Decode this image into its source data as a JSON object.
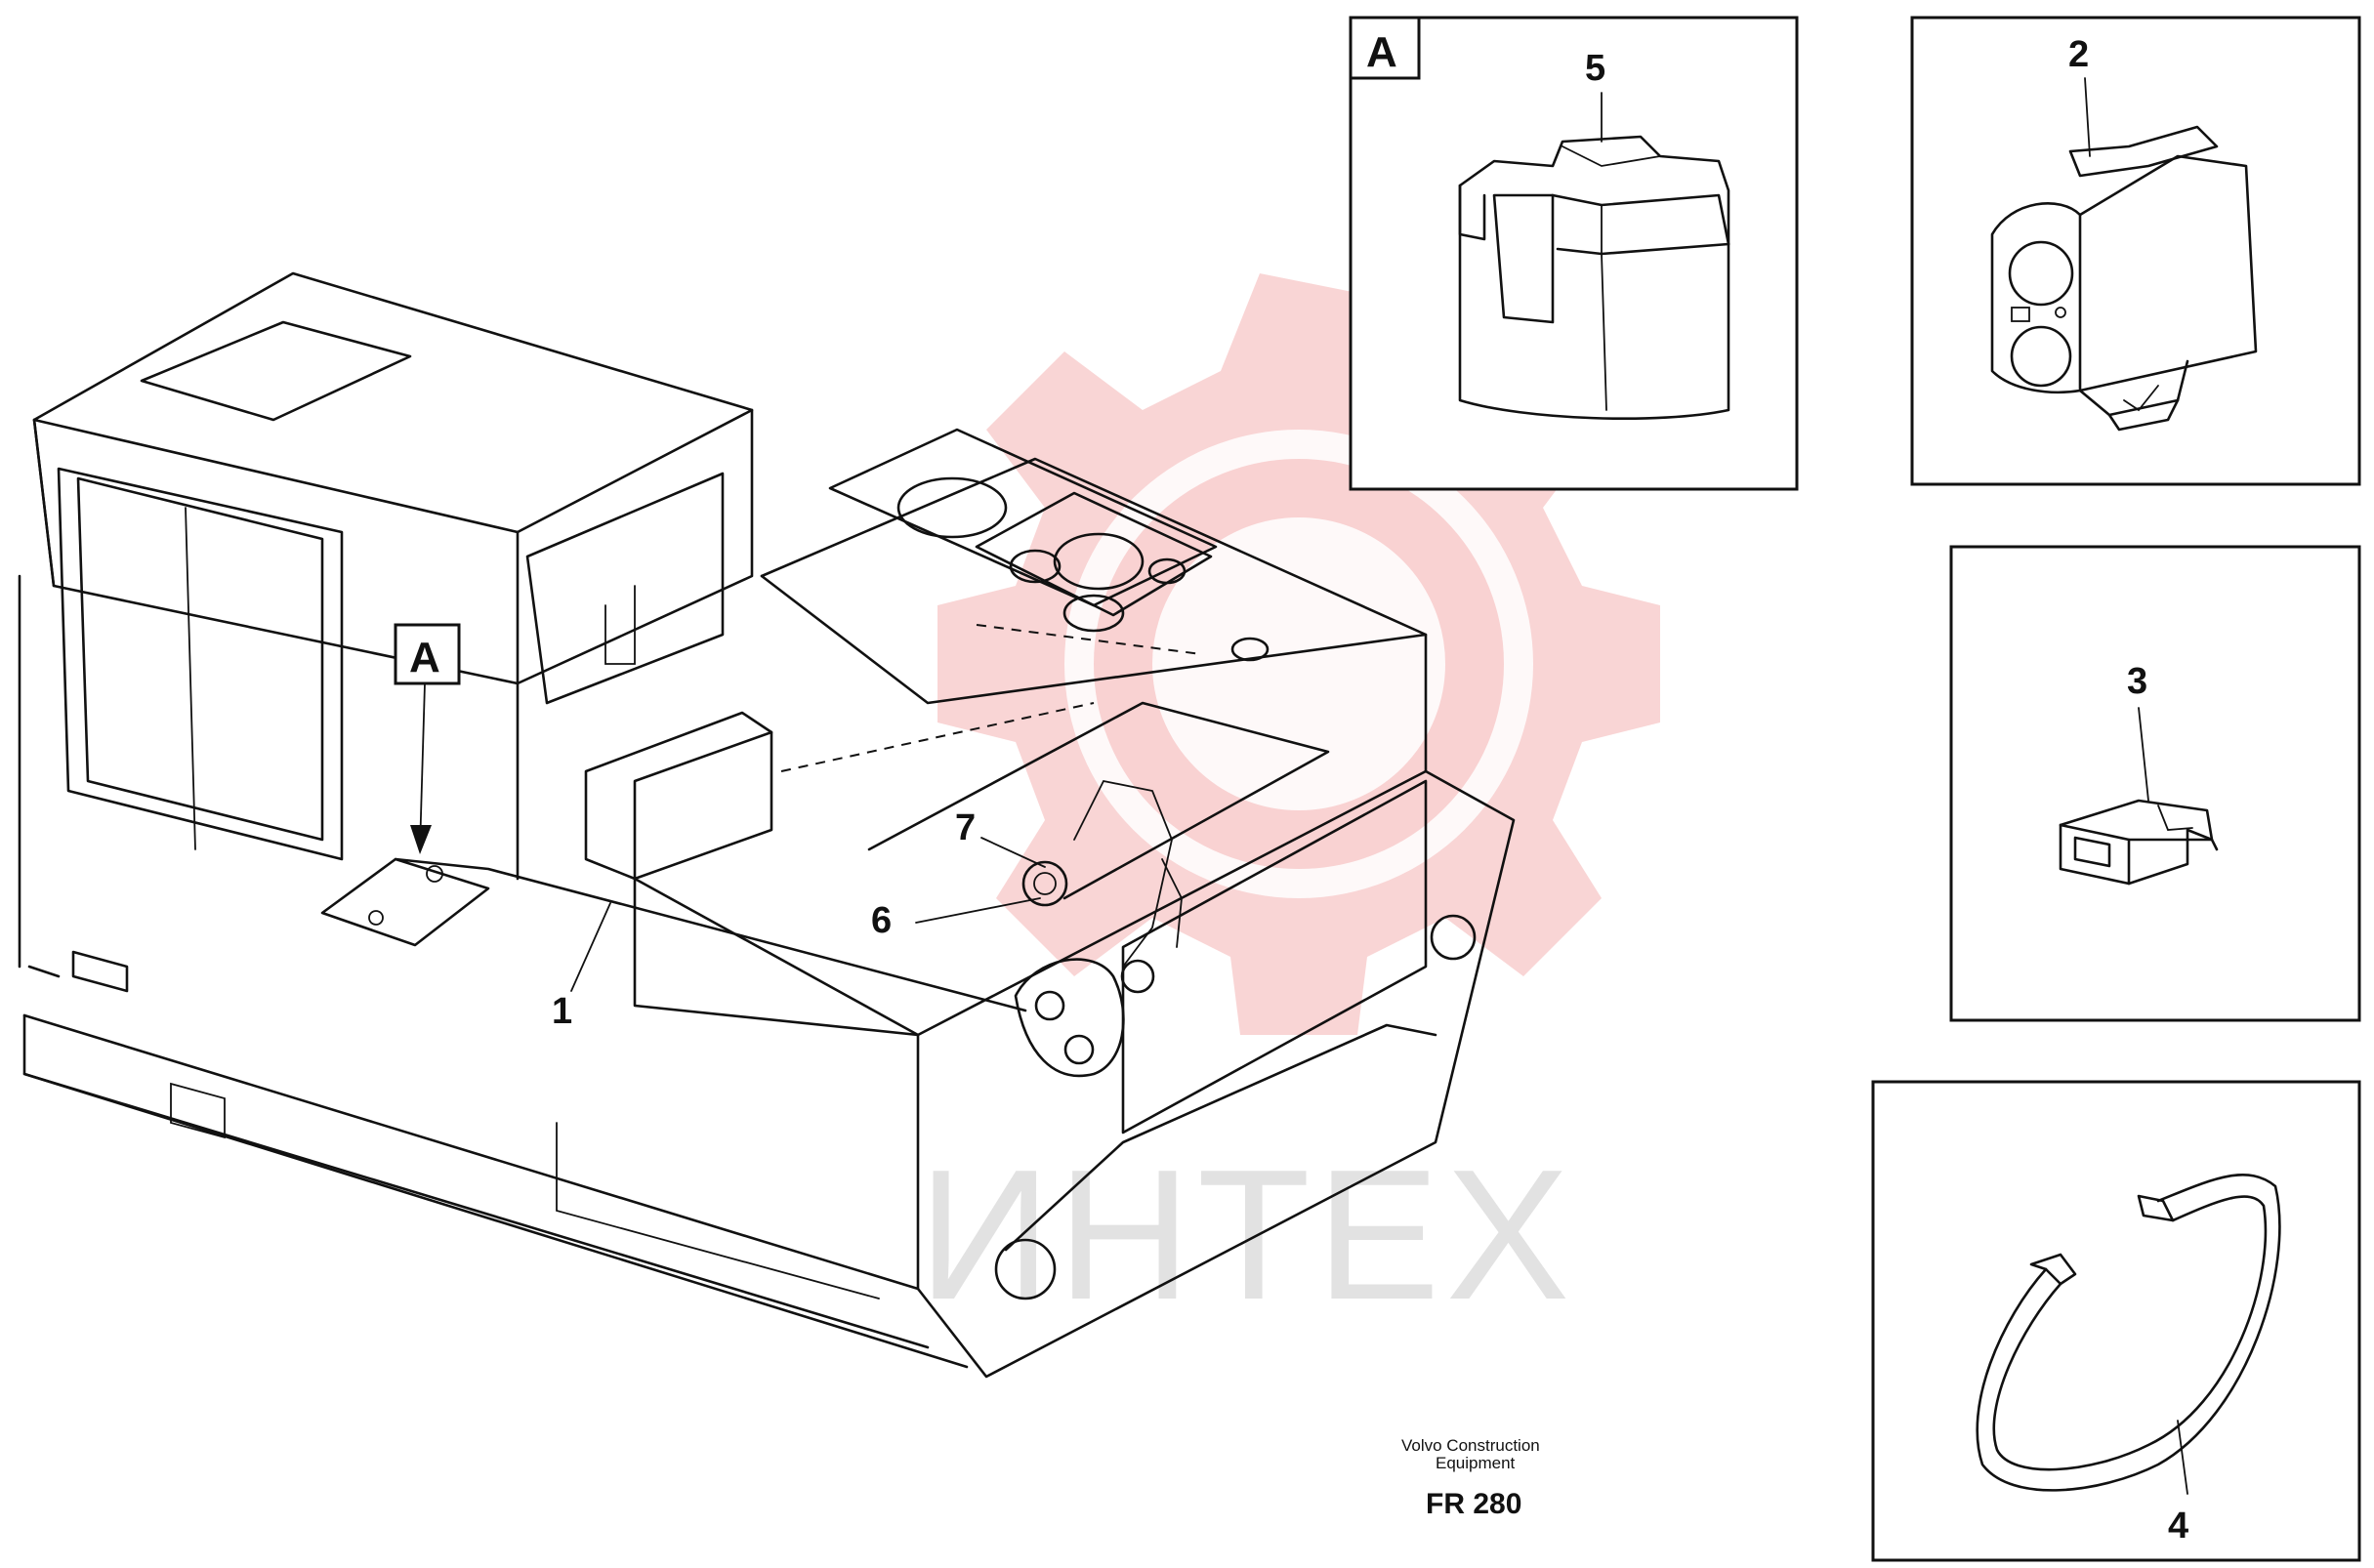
{
  "diagram": {
    "callouts": {
      "c1": "1",
      "c2": "2",
      "c3": "3",
      "c4": "4",
      "c5": "5",
      "c6": "6",
      "c7": "7"
    },
    "detail_marker": "A",
    "detail_box_label": "A",
    "watermark": "ИНТЕХ",
    "maker_line1": "Volvo Construction",
    "maker_line2": "Equipment",
    "figure_code": "FR 280"
  },
  "colors": {
    "line": "#111111",
    "watermark_gear": "#f4b3b3",
    "watermark_text": "#cfcfcf"
  }
}
